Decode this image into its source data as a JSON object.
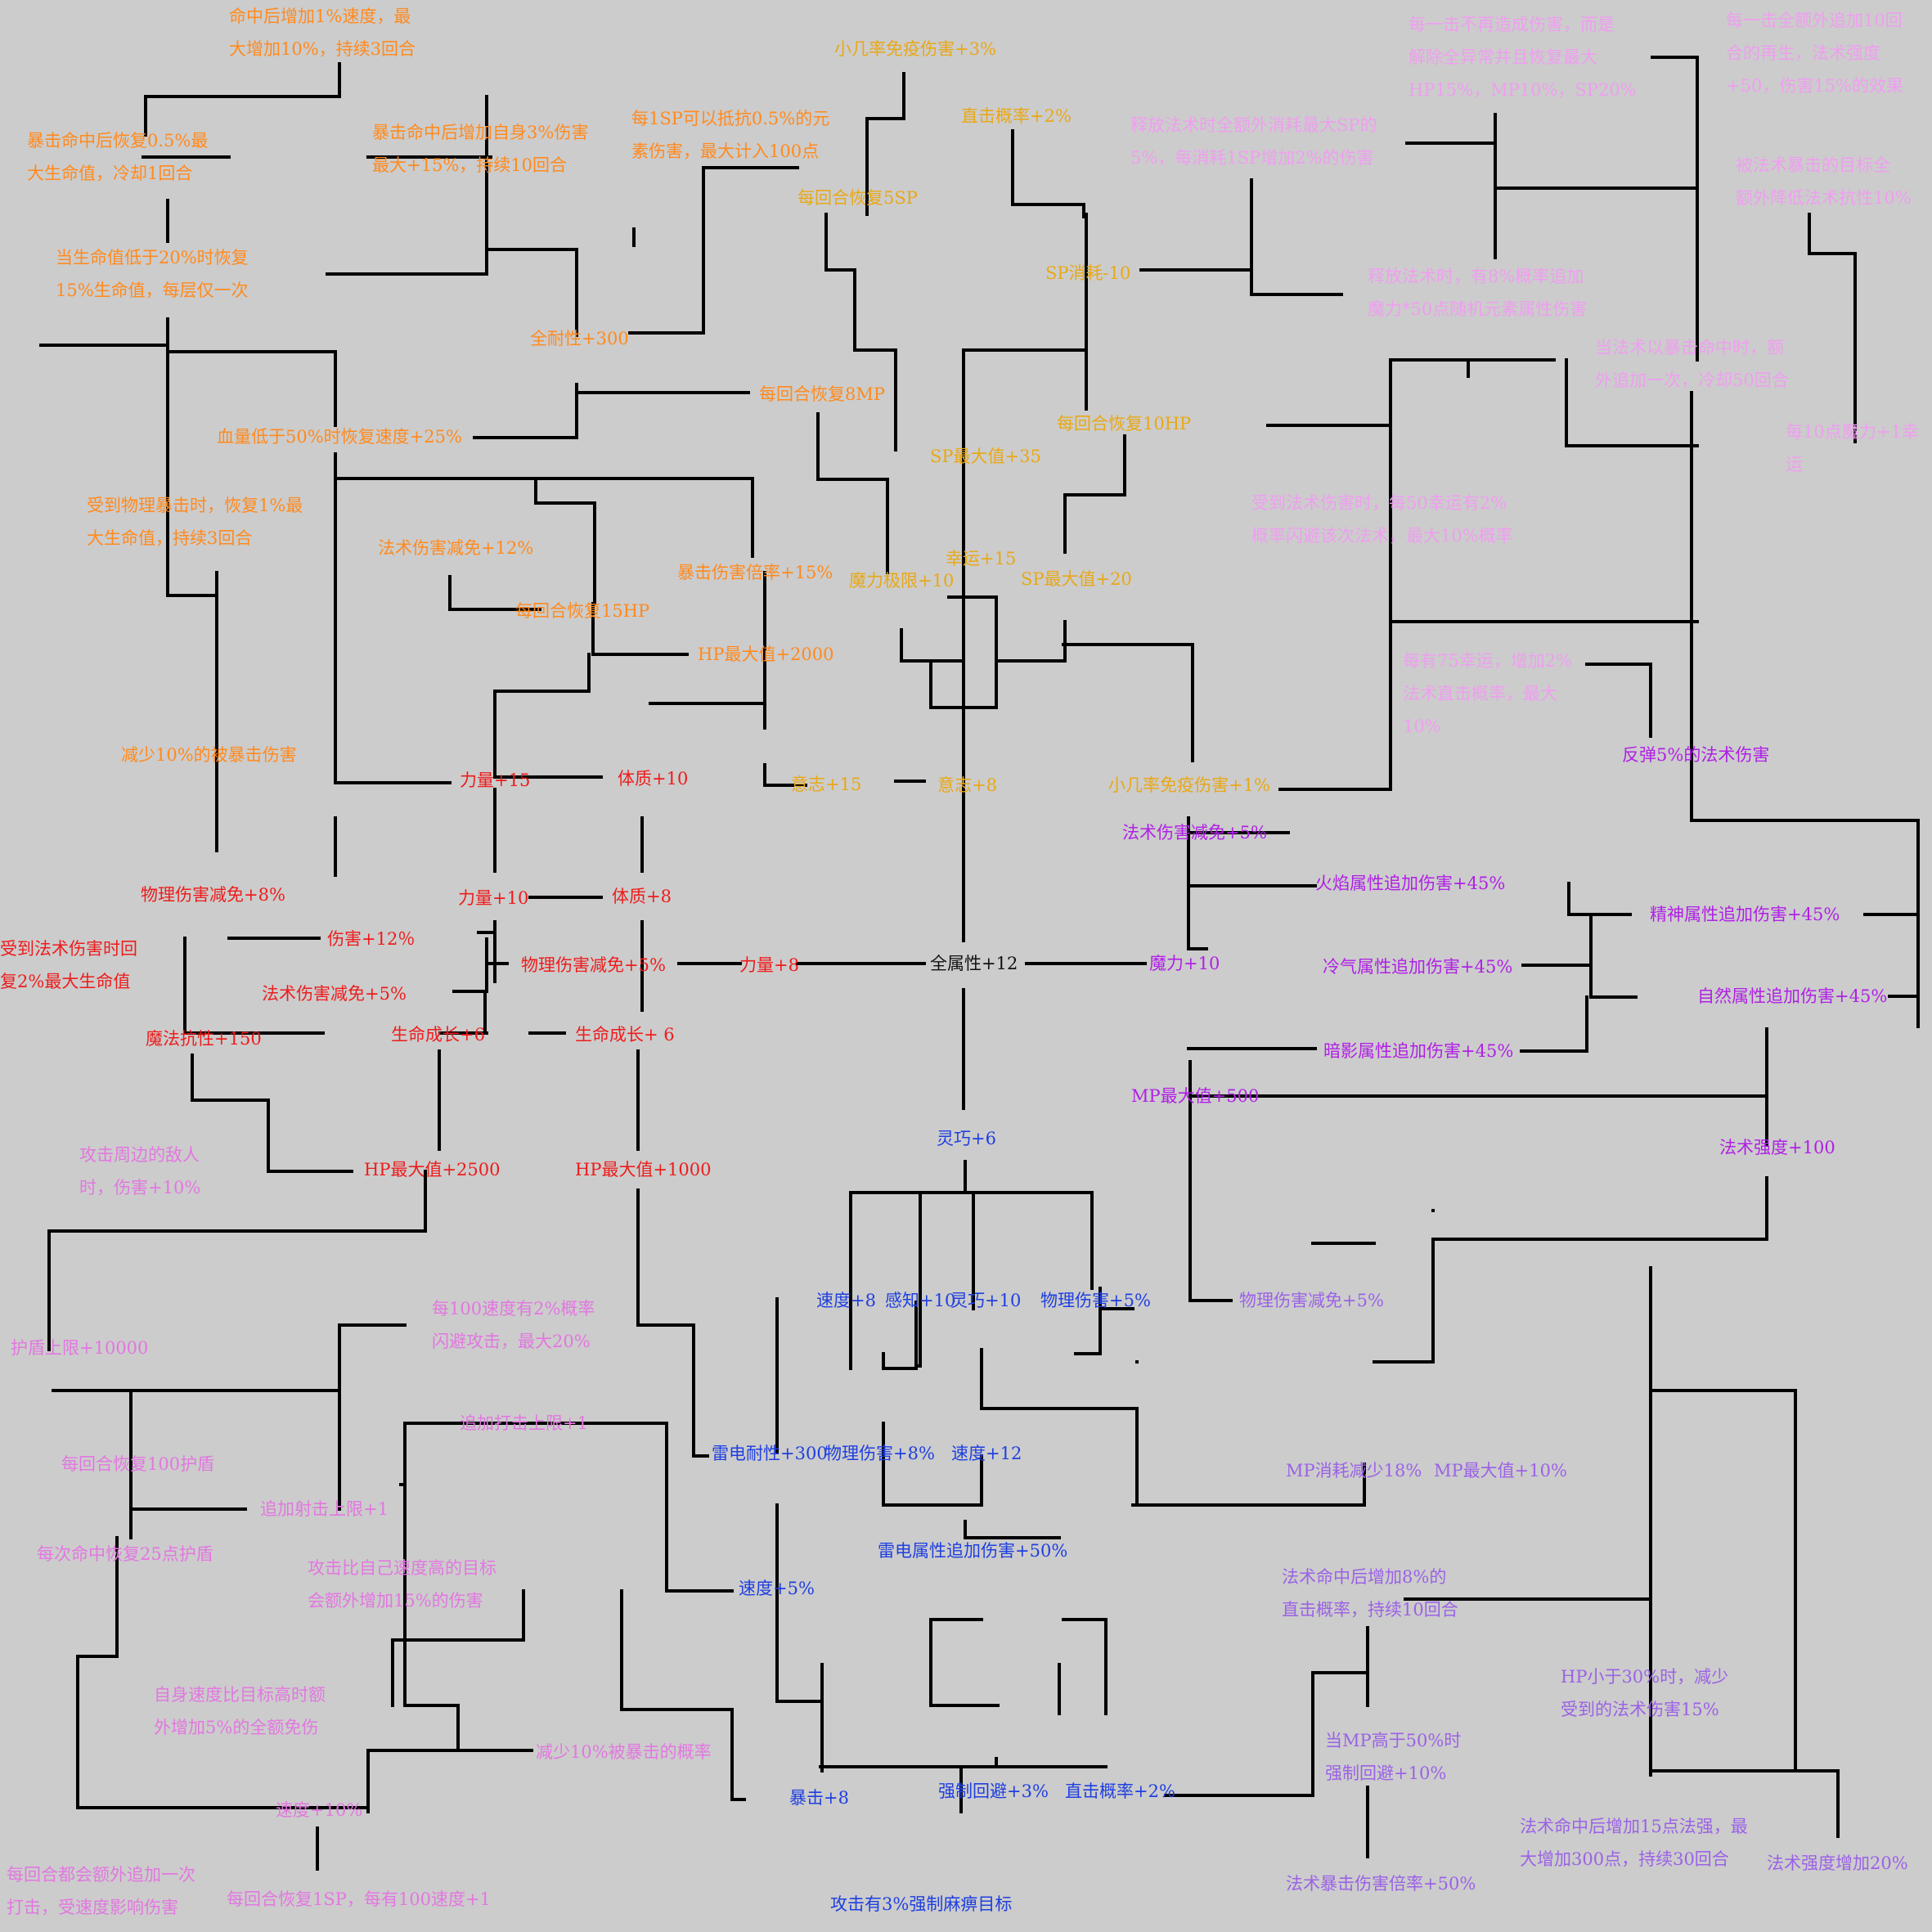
{
  "colors": {
    "background": "#cccccc",
    "line": "#000000",
    "orange": "#ff8a1e",
    "gold": "#e8a817",
    "red": "#ee1c1c",
    "pink": "#e277e0",
    "lightpink": "#ef9ef0",
    "purple": "#b020e6",
    "violet": "#9b62e6",
    "blue": "#1f3fe0",
    "black": "#111111"
  },
  "nodes": [
    {
      "id": "n1",
      "text": "命中后增加1%速度，最\n大增加10%，持续3回合",
      "color": "orange"
    },
    {
      "id": "n2",
      "text": "暴击命中后恢复0.5%最\n大生命值，冷却1回合",
      "color": "orange"
    },
    {
      "id": "n3",
      "text": "暴击命中后增加自身3%伤害\n最大+15%，持续10回合",
      "color": "orange"
    },
    {
      "id": "n4",
      "text": "当生命值低于20%时恢复\n15%生命值，每层仅一次",
      "color": "orange"
    },
    {
      "id": "n5",
      "text": "全耐性+300",
      "color": "orange"
    },
    {
      "id": "n6",
      "text": "血量低于50%时恢复速度+25%",
      "color": "orange"
    },
    {
      "id": "n7",
      "text": "受到物理暴击时，恢复1%最\n大生命值，持续3回合",
      "color": "orange"
    },
    {
      "id": "n8",
      "text": "法术伤害减免+12%",
      "color": "orange"
    },
    {
      "id": "n9",
      "text": "每回合恢复15HP",
      "color": "orange"
    },
    {
      "id": "n10",
      "text": "暴击伤害倍率+15%",
      "color": "orange"
    },
    {
      "id": "n11",
      "text": "HP最大值+2000",
      "color": "orange"
    },
    {
      "id": "n12",
      "text": "减少10%的被暴击伤害",
      "color": "orange"
    },
    {
      "id": "n13",
      "text": "每1SP可以抵抗0.5%的元\n素伤害，最大计入100点",
      "color": "orange"
    },
    {
      "id": "n14",
      "text": "每回合恢复8MP",
      "color": "orange"
    },
    {
      "id": "n15",
      "text": "意志+15",
      "color": "gold"
    },
    {
      "id": "n16",
      "text": "小几率免疫伤害+3%",
      "color": "gold"
    },
    {
      "id": "n17",
      "text": "直击概率+2%",
      "color": "gold"
    },
    {
      "id": "n18",
      "text": "每回合恢复5SP",
      "color": "gold"
    },
    {
      "id": "n19",
      "text": "SP消耗-10",
      "color": "gold"
    },
    {
      "id": "n20",
      "text": "每回合恢复10HP",
      "color": "gold"
    },
    {
      "id": "n21",
      "text": "SP最大值+35",
      "color": "gold"
    },
    {
      "id": "n22",
      "text": "幸运+15",
      "color": "gold"
    },
    {
      "id": "n23",
      "text": "魔力极限+10",
      "color": "gold"
    },
    {
      "id": "n24",
      "text": "SP最大值+20",
      "color": "gold"
    },
    {
      "id": "n25",
      "text": "意志+8",
      "color": "gold"
    },
    {
      "id": "n26",
      "text": "小几率免疫伤害+1%",
      "color": "gold"
    },
    {
      "id": "n27",
      "text": "每一击不再造成伤害，而是\n解除全异常并且恢复最大\nHP15%，MP10%，SP20%",
      "color": "lightpink"
    },
    {
      "id": "n28",
      "text": "每一击全额外追加10回\n合的再生，法术强度\n+50，伤害15%的效果",
      "color": "lightpink"
    },
    {
      "id": "n29",
      "text": "释放法术时全额外消耗最大SP的\n5%，每消耗1SP增加2%的伤害",
      "color": "lightpink"
    },
    {
      "id": "n30",
      "text": "被法术暴击的目标全\n额外降低法术抗性10%",
      "color": "lightpink"
    },
    {
      "id": "n31",
      "text": "释放法术时，有8%概率追加\n魔力*50点随机元素属性伤害",
      "color": "lightpink"
    },
    {
      "id": "n32",
      "text": "当法术以暴击命中时，额\n外追加一次，冷却50回合",
      "color": "lightpink"
    },
    {
      "id": "n33",
      "text": "每10点魔力+1幸\n运",
      "color": "lightpink"
    },
    {
      "id": "n34",
      "text": "受到法术伤害时，每50幸运有2%\n概率闪避该次法术，最大10%概率",
      "color": "lightpink"
    },
    {
      "id": "n35",
      "text": "每有75幸运，增加2%\n法术直击概率，最大\n10%",
      "color": "lightpink"
    },
    {
      "id": "n36",
      "text": "反弹5%的法术伤害",
      "color": "purple"
    },
    {
      "id": "n37",
      "text": "法术伤害减免+5%",
      "color": "purple"
    },
    {
      "id": "n38",
      "text": "火焰属性追加伤害+45%",
      "color": "purple"
    },
    {
      "id": "n39",
      "text": "精神属性追加伤害+45%",
      "color": "purple"
    },
    {
      "id": "n40",
      "text": "冷气属性追加伤害+45%",
      "color": "purple"
    },
    {
      "id": "n41",
      "text": "自然属性追加伤害+45%",
      "color": "purple"
    },
    {
      "id": "n42",
      "text": "暗影属性追加伤害+45%",
      "color": "purple"
    },
    {
      "id": "n43",
      "text": "魔力+10",
      "color": "purple"
    },
    {
      "id": "n44",
      "text": "MP最大值+500",
      "color": "purple"
    },
    {
      "id": "n45",
      "text": "法术强度+100",
      "color": "purple"
    },
    {
      "id": "n46",
      "text": "全属性+12",
      "color": "black"
    },
    {
      "id": "n47",
      "text": "力量+15",
      "color": "red"
    },
    {
      "id": "n48",
      "text": "体质+10",
      "color": "red"
    },
    {
      "id": "n49",
      "text": "力量+10",
      "color": "red"
    },
    {
      "id": "n50",
      "text": "体质+8",
      "color": "red"
    },
    {
      "id": "n51",
      "text": "物理伤害减免+8%",
      "color": "red"
    },
    {
      "id": "n52",
      "text": "受到法术伤害时回\n复2%最大生命值",
      "color": "red"
    },
    {
      "id": "n53",
      "text": "伤害+12％",
      "color": "red"
    },
    {
      "id": "n54",
      "text": "物理伤害减免+5%",
      "color": "red"
    },
    {
      "id": "n55",
      "text": "力量+8",
      "color": "red"
    },
    {
      "id": "n56",
      "text": "法术伤害减免+5%",
      "color": "red"
    },
    {
      "id": "n57",
      "text": "魔法抗性+150",
      "color": "red"
    },
    {
      "id": "n58",
      "text": "生命成长+6",
      "color": "red"
    },
    {
      "id": "n59",
      "text": "生命成长+ 6",
      "color": "red"
    },
    {
      "id": "n60",
      "text": "HP最大值+2500",
      "color": "red"
    },
    {
      "id": "n61",
      "text": "HP最大值+1000",
      "color": "red"
    },
    {
      "id": "n62",
      "text": "攻击周边的敌人\n时，伤害+10%",
      "color": "pink"
    },
    {
      "id": "n63",
      "text": "护盾上限+10000",
      "color": "pink"
    },
    {
      "id": "n64",
      "text": "每100速度有2%概率\n闪避攻击，最大20%",
      "color": "pink"
    },
    {
      "id": "n65",
      "text": "每回合恢复100护盾",
      "color": "pink"
    },
    {
      "id": "n66",
      "text": "追加打击上限+1",
      "color": "pink"
    },
    {
      "id": "n67",
      "text": "追加射击上限+1",
      "color": "pink"
    },
    {
      "id": "n68",
      "text": "每次命中恢复25点护盾",
      "color": "pink"
    },
    {
      "id": "n69",
      "text": "攻击比自己速度高的目标\n会额外增加15%的伤害",
      "color": "pink"
    },
    {
      "id": "n70",
      "text": "自身速度比目标高时额\n外增加5%的全额免伤",
      "color": "pink"
    },
    {
      "id": "n71",
      "text": "减少10%被暴击的概率",
      "color": "pink"
    },
    {
      "id": "n72",
      "text": "速度+10%",
      "color": "pink"
    },
    {
      "id": "n73",
      "text": "每回合都会额外追加一次\n打击，受速度影响伤害",
      "color": "pink"
    },
    {
      "id": "n74",
      "text": "每回合恢复1SP，每有100速度+1",
      "color": "pink"
    },
    {
      "id": "n75",
      "text": "灵巧+6",
      "color": "blue"
    },
    {
      "id": "n76",
      "text": "速度+8",
      "color": "blue"
    },
    {
      "id": "n77",
      "text": "感知+10",
      "color": "blue"
    },
    {
      "id": "n78",
      "text": "灵巧+10",
      "color": "blue"
    },
    {
      "id": "n79",
      "text": "物理伤害+5%",
      "color": "blue"
    },
    {
      "id": "n80",
      "text": "雷电耐性+300",
      "color": "blue"
    },
    {
      "id": "n81",
      "text": "物理伤害+8%",
      "color": "blue"
    },
    {
      "id": "n82",
      "text": "速度+12",
      "color": "blue"
    },
    {
      "id": "n83",
      "text": "雷电属性追加伤害+50%",
      "color": "blue"
    },
    {
      "id": "n84",
      "text": "速度+5%",
      "color": "blue"
    },
    {
      "id": "n85",
      "text": "暴击+8",
      "color": "blue"
    },
    {
      "id": "n86",
      "text": "强制回避+3%",
      "color": "blue"
    },
    {
      "id": "n87",
      "text": "直击概率+2%",
      "color": "blue"
    },
    {
      "id": "n88",
      "text": "攻击有3%强制麻痹目标",
      "color": "blue"
    },
    {
      "id": "n89",
      "text": "物理伤害减免+5%",
      "color": "violet"
    },
    {
      "id": "n90",
      "text": "MP消耗减少18%",
      "color": "violet"
    },
    {
      "id": "n91",
      "text": "MP最大值+10%",
      "color": "violet"
    },
    {
      "id": "n92",
      "text": "法术命中后增加8%的\n直击概率，持续10回合",
      "color": "violet"
    },
    {
      "id": "n93",
      "text": "HP小于30%时，减少\n受到的法术伤害15%",
      "color": "violet"
    },
    {
      "id": "n94",
      "text": "当MP高于50%时\n强制回避+10%",
      "color": "violet"
    },
    {
      "id": "n95",
      "text": "法术暴击伤害倍率+50%",
      "color": "violet"
    },
    {
      "id": "n96",
      "text": "法术命中后增加15点法强，最\n大增加300点，持续30回合",
      "color": "violet"
    },
    {
      "id": "n97",
      "text": "法术强度增加20%",
      "color": "violet"
    }
  ]
}
